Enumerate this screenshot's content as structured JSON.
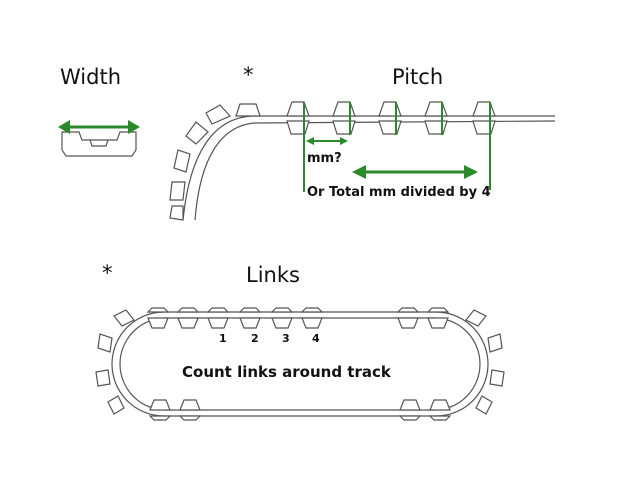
{
  "labels": {
    "width": "Width",
    "pitch": "Pitch",
    "asterisk_top": "*",
    "asterisk_links": "*",
    "links": "Links",
    "mm_question": "mm?",
    "total_mm": "Or Total mm divided by 4",
    "count_links": "Count links around track",
    "link_numbers": [
      "1",
      "2",
      "3",
      "4"
    ]
  },
  "colors": {
    "arrow": "#2a8a2a",
    "outline": "#555555",
    "text": "#111111"
  }
}
